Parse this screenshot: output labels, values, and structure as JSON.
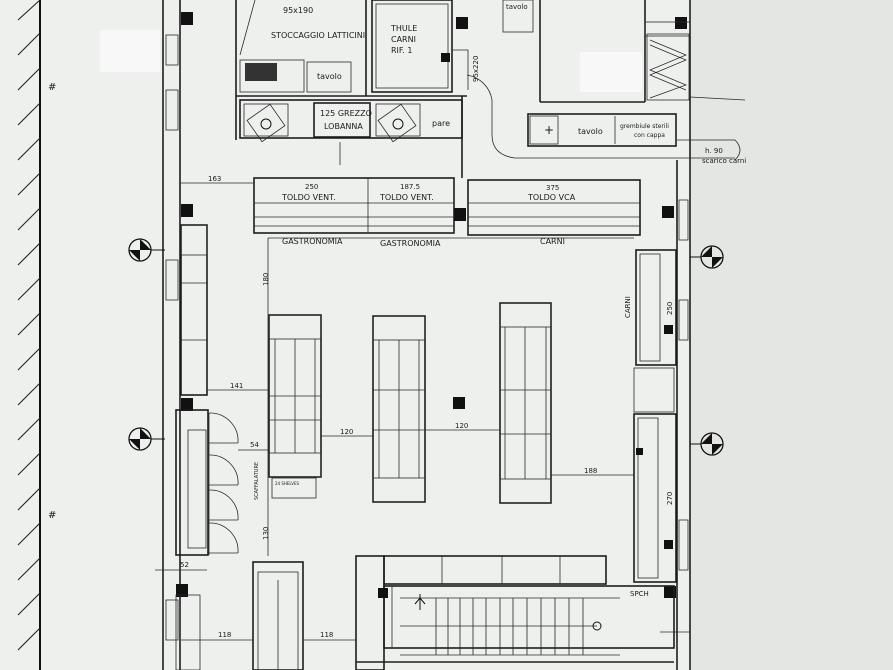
{
  "labels": {
    "dim_95x190": "95x190",
    "stoccaggio": "STOCCAGGIO LATTICINI",
    "tavolo_top_left": "tavolo",
    "thule_1": "THULE",
    "thule_2": "CARNI",
    "thule_3": "RIF. 1",
    "tavolo_top_right": "tavolo",
    "dim_95x220": "95x220",
    "grezzo_1": "125 GREZZO",
    "grezzo_2": "LOBANNA",
    "pare": "pare",
    "tavolo_mid": "tavolo",
    "grembiule_1": "grembiule sterili",
    "grembiule_2": "con cappa",
    "scarico_1": "h. 90",
    "scarico_2": "scarico carni",
    "dim_163": "163",
    "dim_250": "250",
    "dim_187_5": "187.5",
    "dim_375": "375",
    "toldo_vent_1": "TOLDO VENT.",
    "toldo_vent_2": "TOLDO VENT.",
    "toldo_vca": "TOLDO VCA",
    "gastronomia_1": "GASTRONOMIA",
    "gastronomia_2": "GASTRONOMIA",
    "carni": "CARNI",
    "carni_side": "CARNI",
    "dim_180": "180",
    "dim_141": "141",
    "dim_54": "54",
    "dim_120_a": "120",
    "dim_120_b": "120",
    "dim_188": "188",
    "dim_52": "52",
    "dim_118_a": "118",
    "dim_118_b": "118",
    "dim_130": "130",
    "dim_250_side": "250",
    "dim_270": "270",
    "spch": "SPCH",
    "small_label": "24 SHELVES",
    "vertical_label": "SCAFFALATURE"
  },
  "colors": {
    "paper": "#eef0ee",
    "ink": "#1a1a1a"
  }
}
